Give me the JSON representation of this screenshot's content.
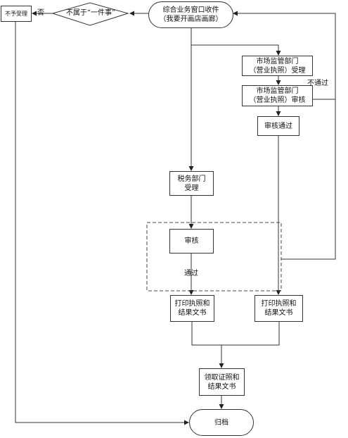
{
  "nodes": {
    "start": [
      "综合业务窗口收件",
      "（我要开画店画廊）"
    ],
    "not_one_thing": "不属于“一件事”",
    "reject": "不予受理",
    "market_accept": [
      "市场监管部门",
      "（营业执照）受理"
    ],
    "market_review": [
      "市场监管部门",
      "（营业执照）审核"
    ],
    "review_pass": "审核通过",
    "tax_accept": [
      "税务部门",
      "受理"
    ],
    "review": "审核",
    "print_left": [
      "打印执照和",
      "结果文书"
    ],
    "print_right": [
      "打印执照和",
      "结果文书"
    ],
    "collect": [
      "领取证照和",
      "结果文书"
    ],
    "archive": "归档"
  },
  "labels": {
    "no": "否",
    "not_pass": "不通过",
    "pass": "通过"
  },
  "colors": {
    "stroke": "#333333",
    "text": "#111111"
  }
}
